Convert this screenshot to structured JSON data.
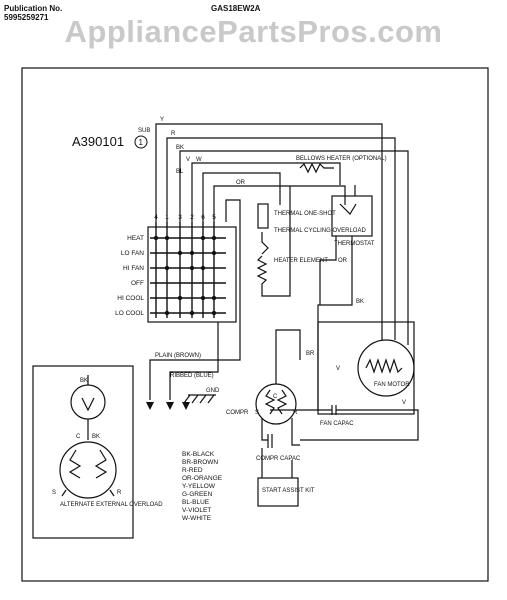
{
  "header": {
    "publication_label": "Publication No.",
    "publication_number": "5995259271",
    "model": "GAS18EW2A",
    "watermark": "AppliancePartsPros.com"
  },
  "diagram": {
    "id_label": "A390101",
    "sub_label": "SUB",
    "sub_number": "1",
    "switch_positions": [
      "HEAT",
      "LO FAN",
      "HI FAN",
      "OFF",
      "HI COOL",
      "LO COOL"
    ],
    "terminals": [
      "4",
      "1",
      "3",
      "2",
      "6",
      "5"
    ],
    "wire_labels": {
      "y": "Y",
      "r": "R",
      "bk": "BK",
      "w": "W",
      "v": "V",
      "bl": "BL",
      "or": "OR",
      "or2": "OR",
      "bk2": "BK",
      "br": "BR",
      "v2": "V",
      "v3": "V",
      "s": "S",
      "c": "C",
      "r2": "R"
    },
    "components": {
      "bellows_heater": "BELLOWS HEATER (OPTIONAL)",
      "thermostat": "THERMOSTAT",
      "thermal_one_shot": "THERMAL ONE-SHOT",
      "thermal_cycling_overload": "THERMAL CYCLING OVERLOAD",
      "heater_element": "HEATER ELEMENT",
      "plain": "PLAIN (BROWN)",
      "ribbed": "RIBBED (BLUE)",
      "gnd": "GND",
      "compr": "COMPR",
      "fan_motor": "FAN MOTOR",
      "fan_capac": "FAN CAPAC",
      "compr_capac": "COMPR CAPAC",
      "start_assist": "START ASSIST KIT",
      "alt_overload": "ALTERNATE EXTERNAL OVERLOAD",
      "inset_bk": "BK",
      "inset_c": "C",
      "inset_bk2": "BK",
      "inset_s": "S",
      "inset_r": "R"
    },
    "legend": [
      "BK-BLACK",
      "BR-BROWN",
      "R-RED",
      "OR-ORANGE",
      "Y-YELLOW",
      "G-GREEN",
      "BL-BLUE",
      "V-VIOLET",
      "W-WHITE"
    ]
  }
}
